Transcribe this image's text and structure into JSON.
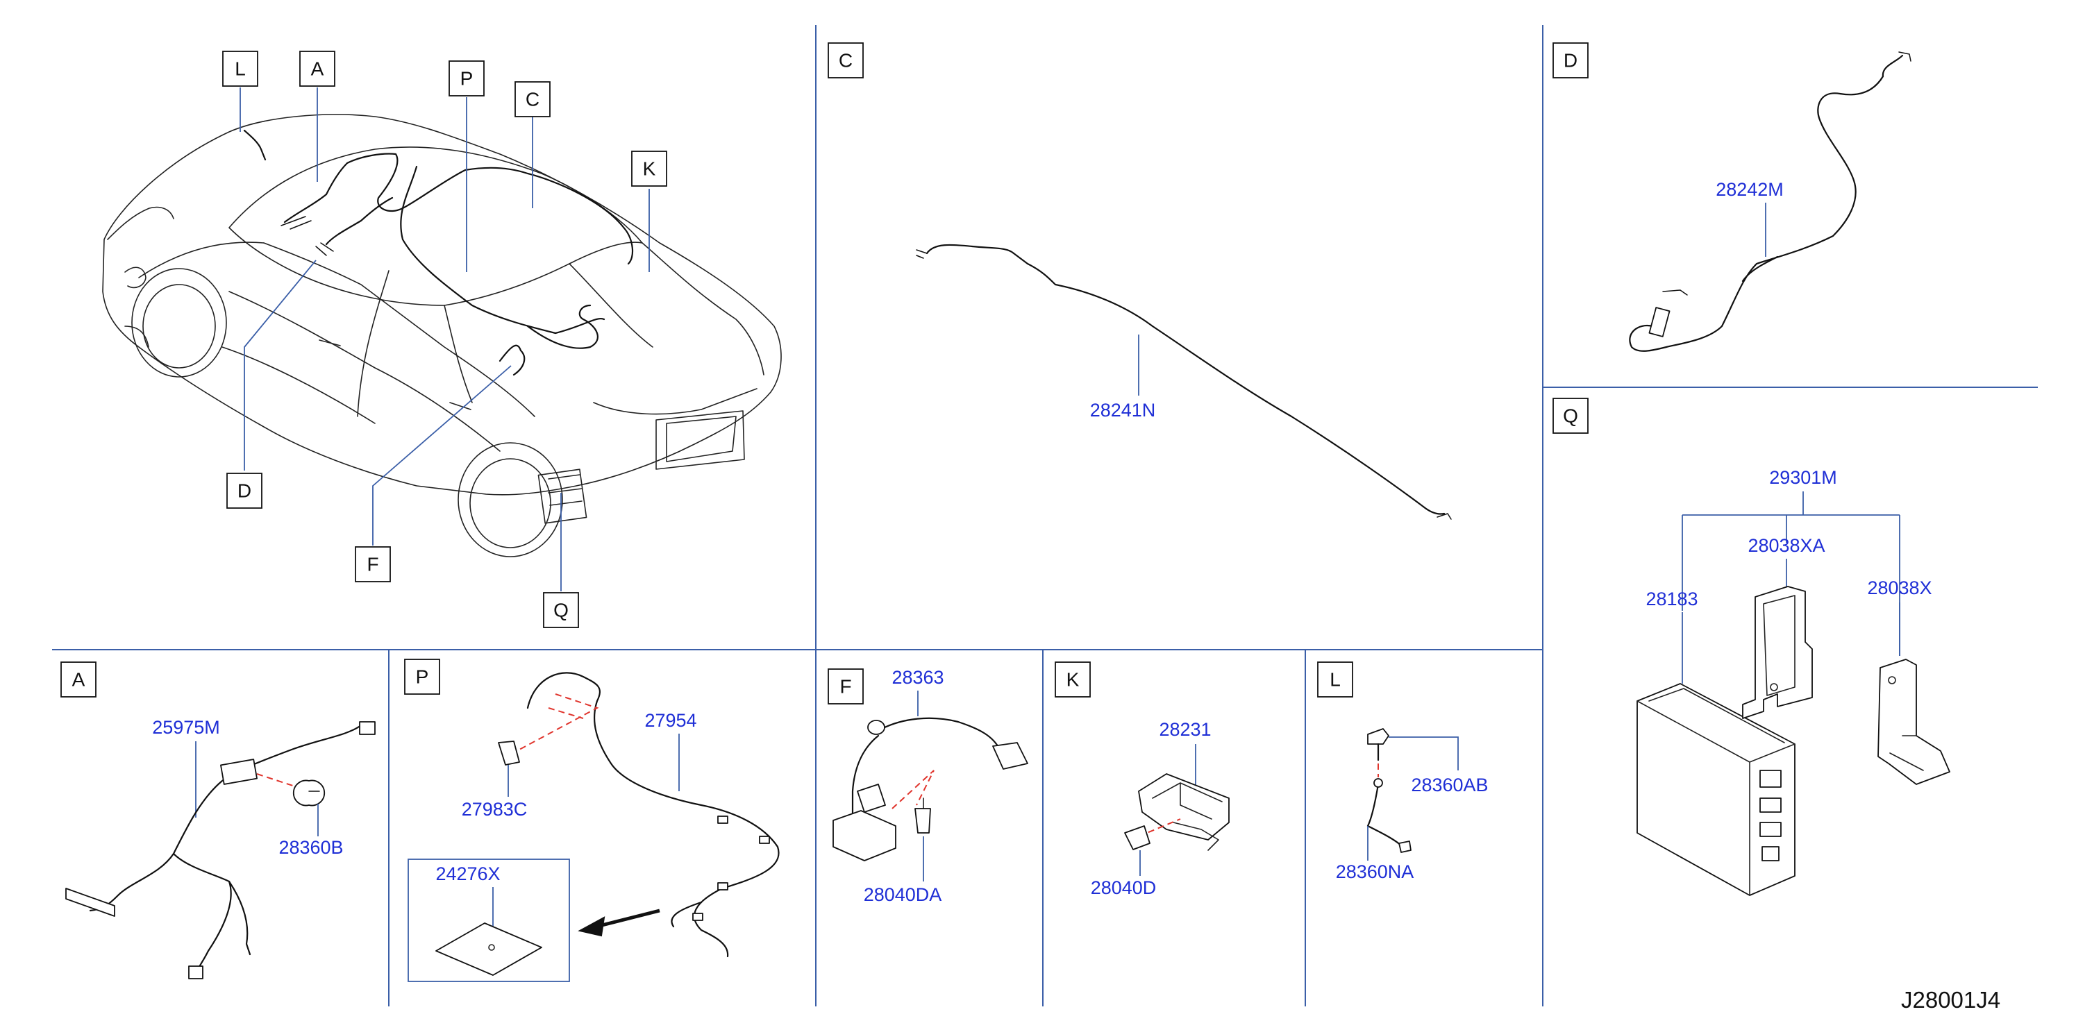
{
  "diagram_code": "J28001J4",
  "section_labels": {
    "A": "A",
    "C": "C",
    "D": "D",
    "F": "F",
    "K": "K",
    "L": "L",
    "P": "P",
    "Q": "Q"
  },
  "overview_callouts": [
    "L",
    "A",
    "P",
    "C",
    "K",
    "D",
    "F",
    "Q"
  ],
  "part_numbers": {
    "p28241N": "28241N",
    "p28242M": "28242M",
    "p29301M": "29301M",
    "p28038XA": "28038XA",
    "p28183": "28183",
    "p28038X": "28038X",
    "p25975M": "25975M",
    "p28360B": "28360B",
    "p27954": "27954",
    "p27983C": "27983C",
    "p24276X": "24276X",
    "p28363": "28363",
    "p28040DA": "28040DA",
    "p28231": "28231",
    "p28040D": "28040D",
    "p28360AB": "28360AB",
    "p28360NA": "28360NA"
  },
  "colors": {
    "separator": "#3b5fa8",
    "part_number": "#1f2fd6",
    "arrow_dash": "#e0342c"
  }
}
